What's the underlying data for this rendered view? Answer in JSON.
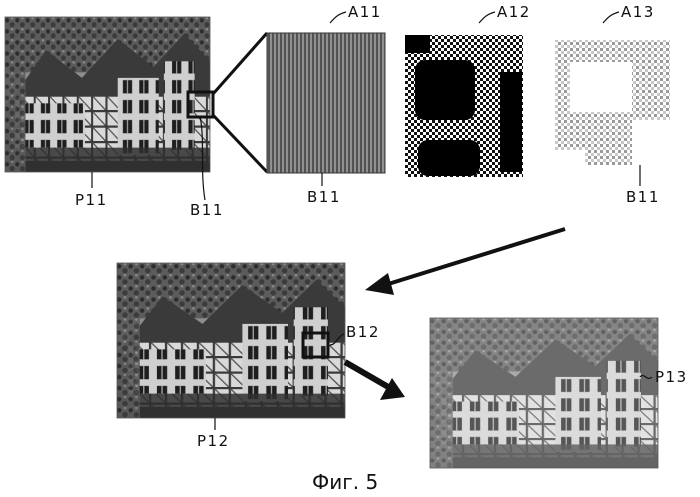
{
  "figure": {
    "caption": "Фиг. 5",
    "labels": {
      "a11": "A11",
      "a12": "A12",
      "a13": "A13",
      "b11_patch": "B11",
      "b11_image": "B11",
      "b11_map": "B11",
      "p11": "P11",
      "b12": "B12",
      "p12": "P12",
      "p13": "P13"
    }
  }
}
